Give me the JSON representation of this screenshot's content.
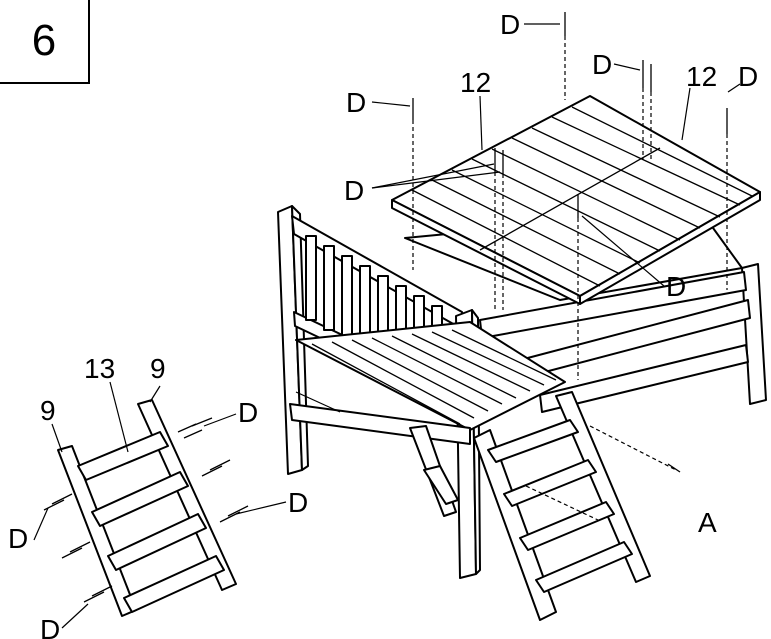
{
  "step": {
    "number": "6"
  },
  "labels": {
    "part_12_left": "12",
    "part_12_right": "12",
    "part_13": "13",
    "part_9_left": "9",
    "part_9_right": "9",
    "assembly_a": "A",
    "fastener": "D"
  },
  "colors": {
    "line": "#000000",
    "background": "#ffffff"
  }
}
